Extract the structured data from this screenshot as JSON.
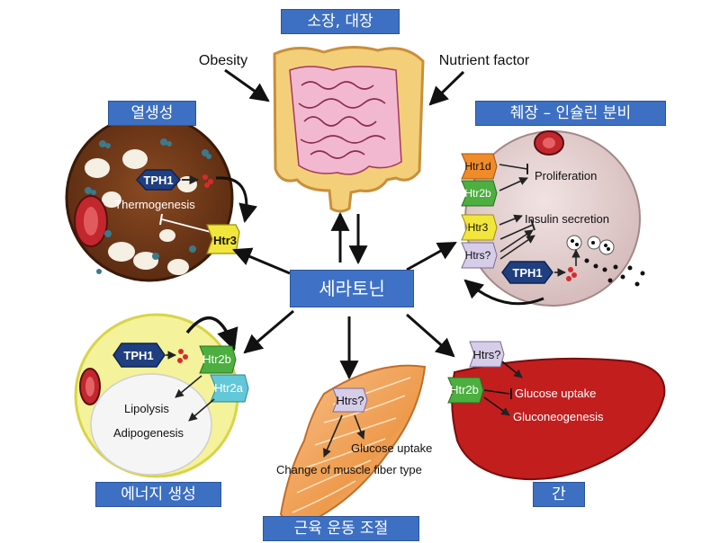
{
  "labels": {
    "gut": "소장, 대장",
    "center": "세라토닌",
    "thermogenesis": "열생성",
    "pancreas": "췌장 – 인슐린 분비",
    "energy": "에너지 생성",
    "muscle": "근육 운동 조절",
    "liver": "간"
  },
  "inputs": {
    "obesity": "Obesity",
    "nutrient": "Nutrient factor"
  },
  "brown_fat": {
    "tph1": "TPH1",
    "process": "Thermogenesis",
    "receptor": "Htr3"
  },
  "pancreas_cell": {
    "receptors": [
      "Htr1d",
      "Htr2b",
      "Htr3",
      "Htrs?"
    ],
    "processes": [
      "Proliferation",
      "Insulin secretion"
    ],
    "tph1": "TPH1"
  },
  "white_fat": {
    "tph1": "TPH1",
    "receptors": [
      "Htr2b",
      "Htr2a"
    ],
    "processes": [
      "Lipolysis",
      "Adipogenesis"
    ]
  },
  "muscle_tissue": {
    "receptor": "Htrs?",
    "processes": [
      "Glucose uptake",
      "Change of muscle fiber type"
    ]
  },
  "liver_organ": {
    "receptors": [
      "Htrs?",
      "Htr2b"
    ],
    "processes": [
      "Glucose uptake",
      "Gluconeogenesis"
    ]
  },
  "colors": {
    "label_bg": "#3d6fc2",
    "gut_outer": "#f3cf7a",
    "gut_inner": "#f2b8cf",
    "brown_fat": "#7b3f1c",
    "pancreas": "#e6d5d5",
    "white_fat": "#f4f29a",
    "muscle": "#f2a45c",
    "liver": "#c21e1e"
  }
}
